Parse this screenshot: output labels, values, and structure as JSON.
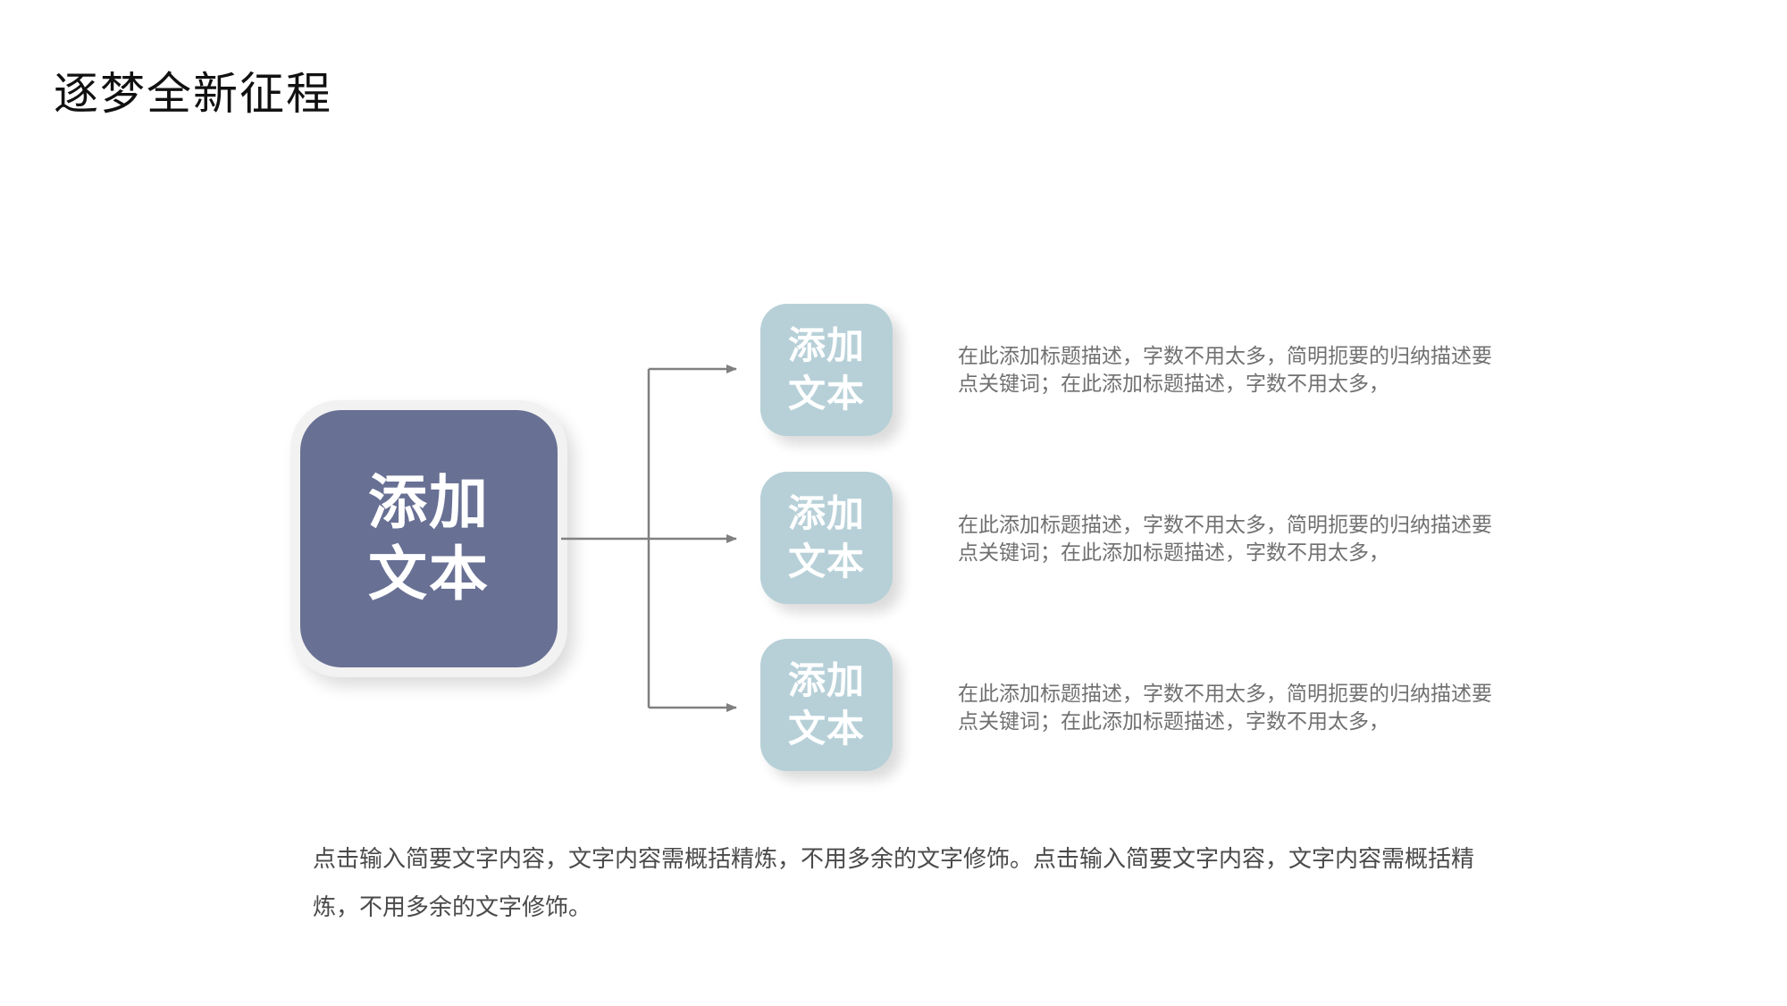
{
  "header": {
    "title": "逐梦全新征程"
  },
  "diagram": {
    "main_node": {
      "label": "添加文本",
      "color": "#687094",
      "frame_color": "#f2f2f2"
    },
    "branch_color": "#b7d0d8",
    "connector_color": "#808080",
    "branches": [
      {
        "label": "添加文本",
        "description": "在此添加标题描述，字数不用太多，简明扼要的归纳描述要点关键词；在此添加标题描述，字数不用太多，"
      },
      {
        "label": "添加文本",
        "description": "在此添加标题描述，字数不用太多，简明扼要的归纳描述要点关键词；在此添加标题描述，字数不用太多，"
      },
      {
        "label": "添加文本",
        "description": "在此添加标题描述，字数不用太多，简明扼要的归纳描述要点关键词；在此添加标题描述，字数不用太多，"
      }
    ]
  },
  "footer": {
    "text": "点击输入简要文字内容，文字内容需概括精炼，不用多余的文字修饰。点击输入简要文字内容，文字内容需概括精炼，不用多余的文字修饰。"
  }
}
